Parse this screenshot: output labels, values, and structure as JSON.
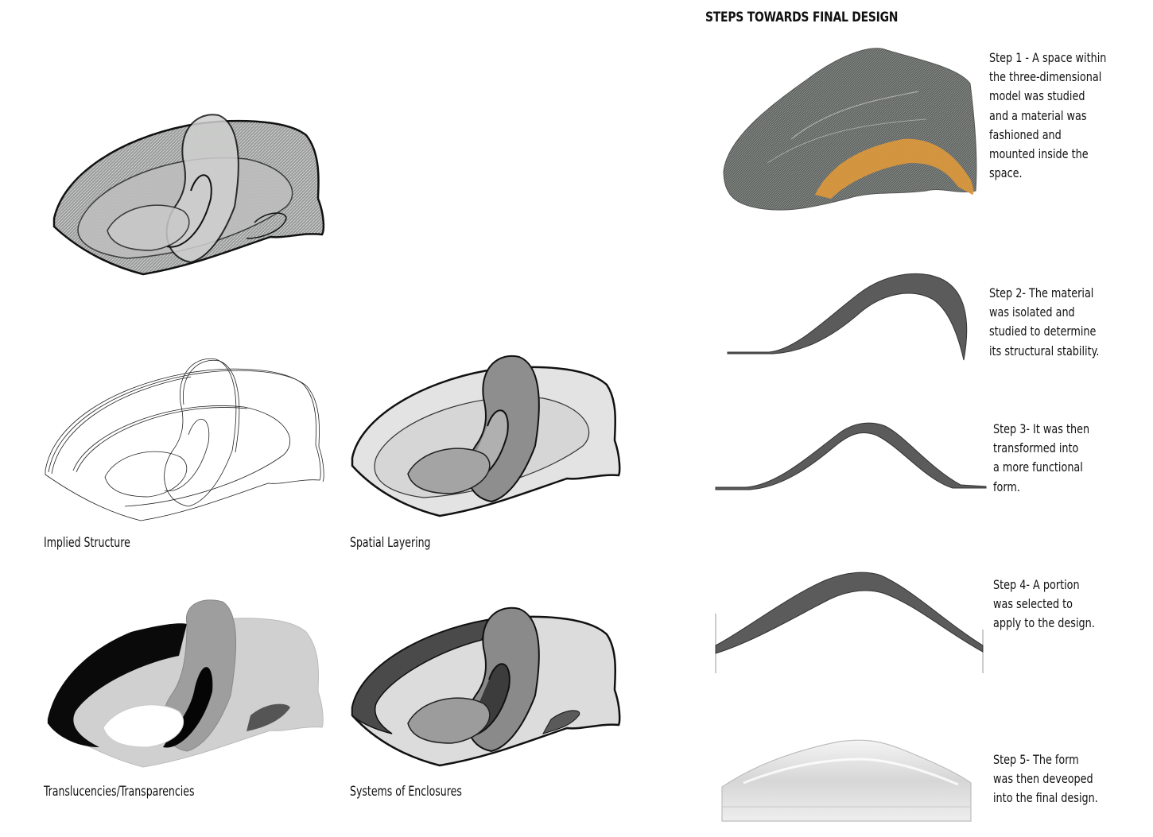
{
  "title": "STEPS TOWARDS FINAL DESIGN",
  "diagrams": [
    {
      "label": "Implied Structure"
    },
    {
      "label": "Spatial Layering"
    },
    {
      "label": "Translucencies/Transparencies"
    },
    {
      "label": "Systems of Enclosures"
    }
  ],
  "steps": [
    {
      "lines": [
        "Step 1 - A space within",
        "the three-dimensional",
        "model was studied",
        "and a material was",
        "fashioned and",
        "mounted inside the",
        "space."
      ]
    },
    {
      "lines": [
        "Step 2- The material",
        "was isolated and",
        "studied to determine",
        "its structural stability."
      ]
    },
    {
      "lines": [
        "Step 3- It was then",
        "transformed into",
        "a more functional",
        "form."
      ]
    },
    {
      "lines": [
        "Step 4- A portion",
        "was selected to",
        "apply to the design."
      ]
    },
    {
      "lines": [
        "Step 5- The form",
        "was then deveoped",
        "into the final design."
      ]
    }
  ],
  "colors": {
    "ink": "#111111",
    "ribbon": "#5b5b5b",
    "mesh": "#6f7371",
    "accent_orange": "#d9973e"
  }
}
